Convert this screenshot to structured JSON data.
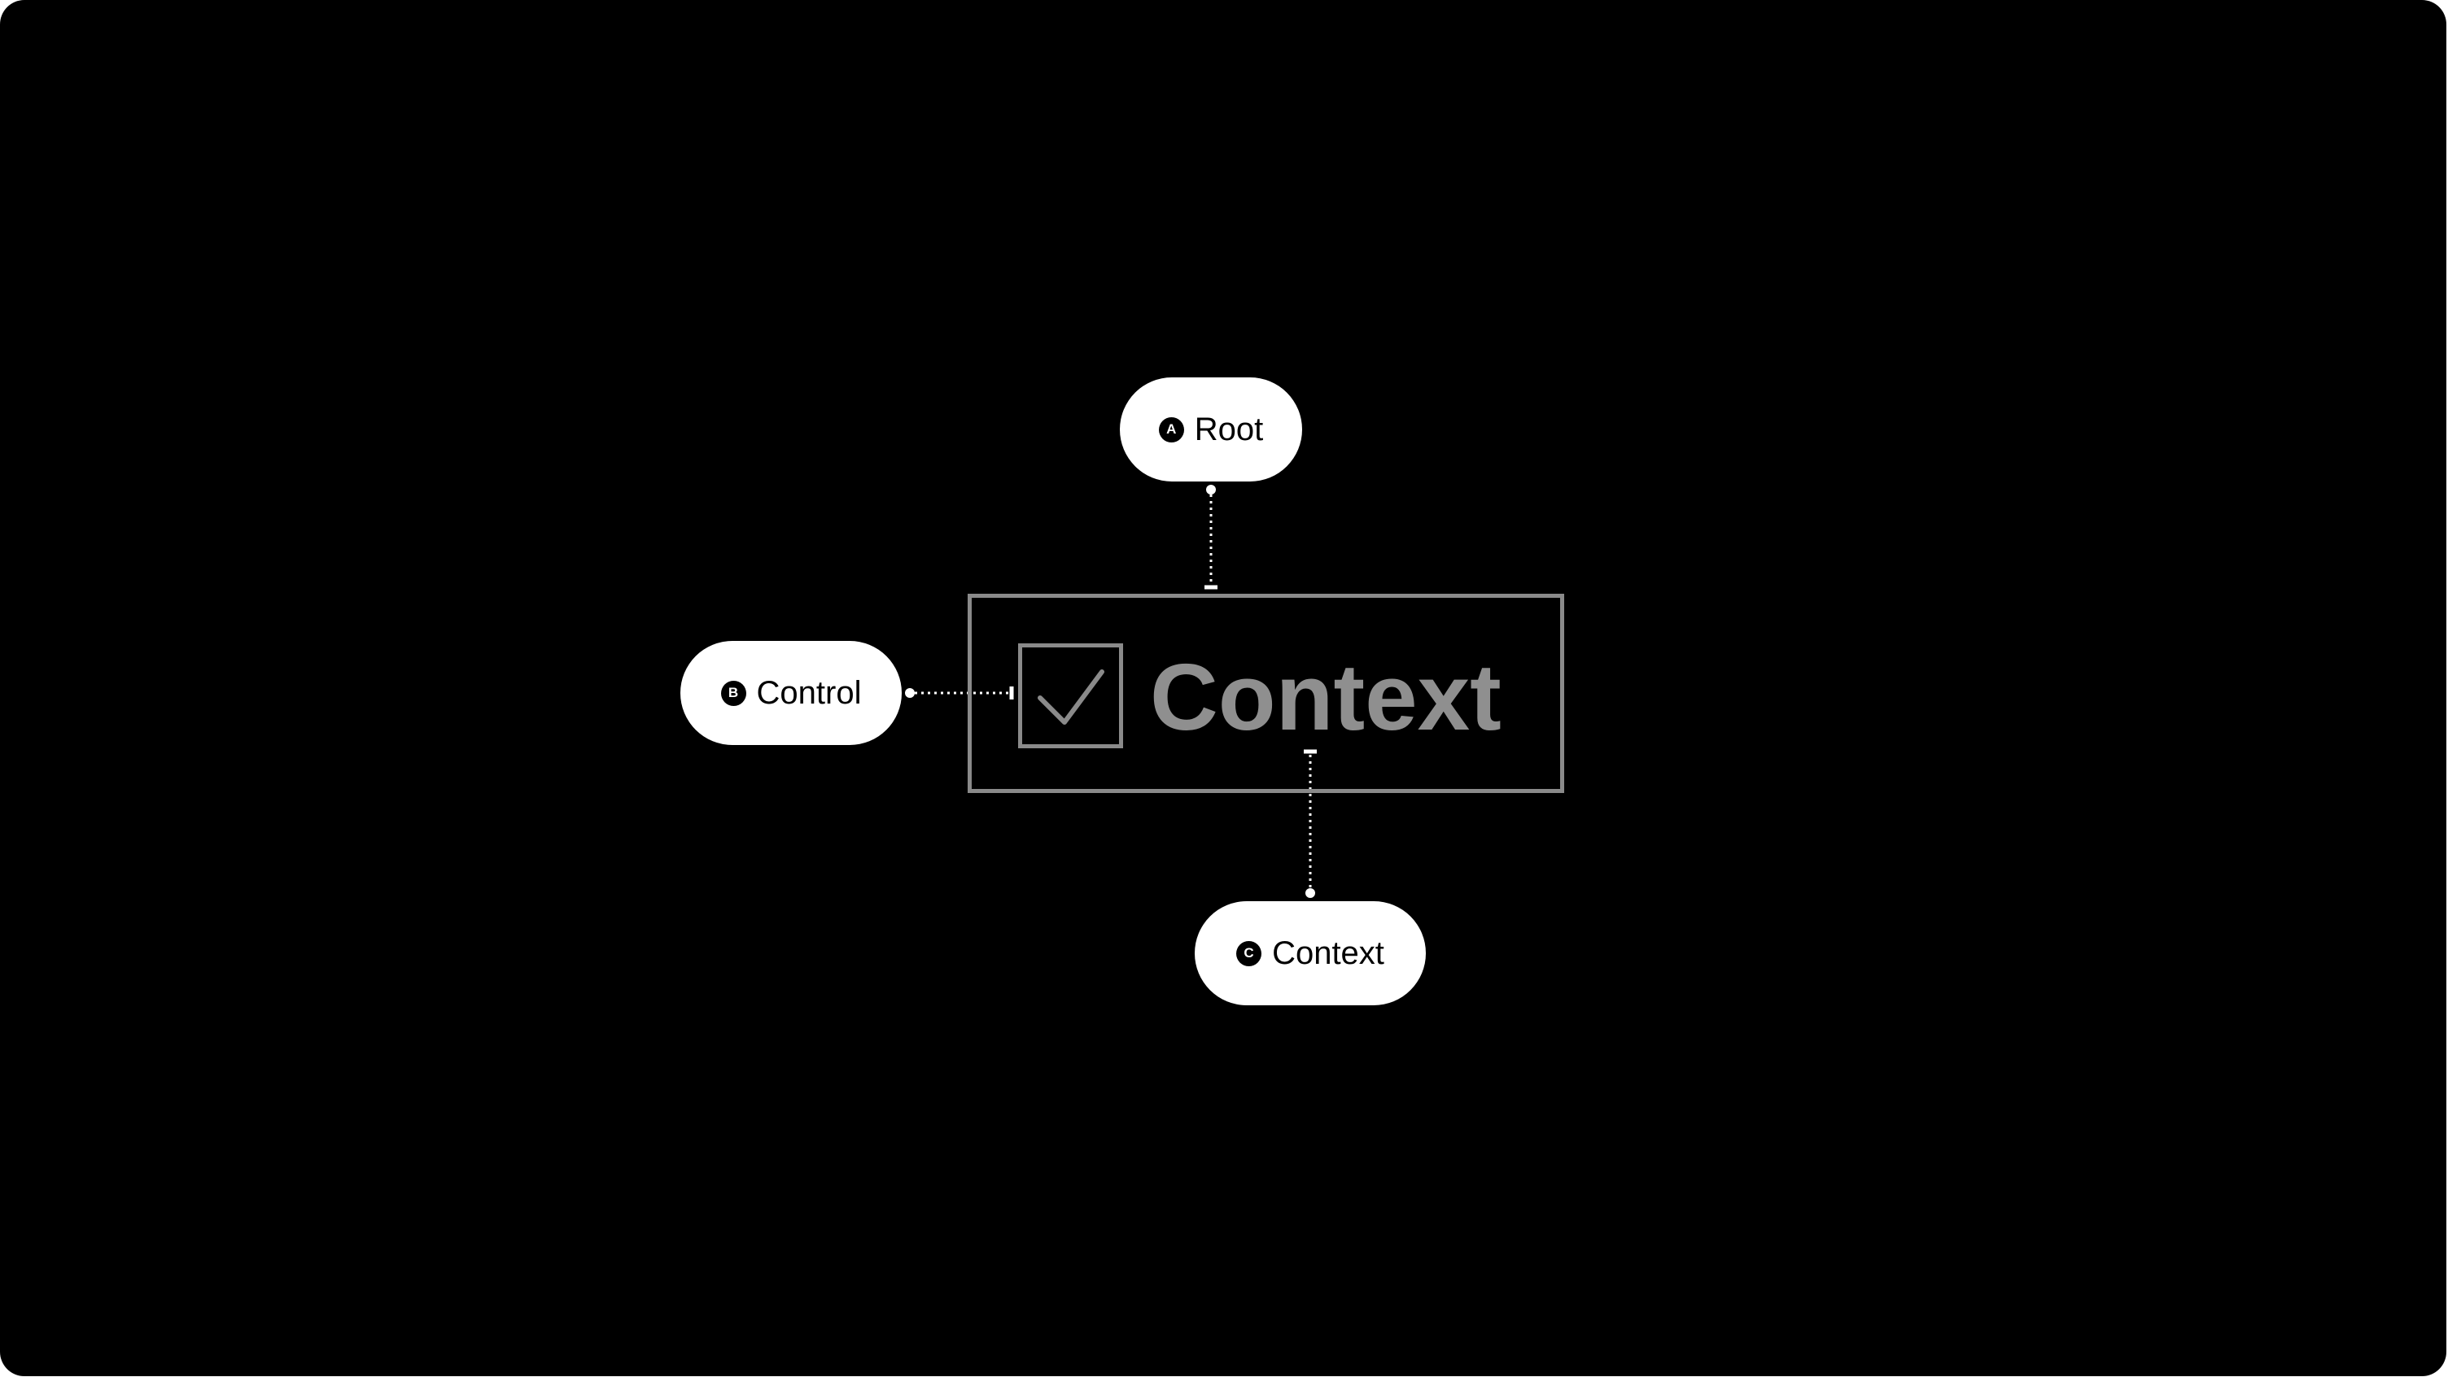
{
  "labels": {
    "root": {
      "badge": "A",
      "text": "Root"
    },
    "control": {
      "badge": "B",
      "text": "Control"
    },
    "context": {
      "badge": "C",
      "text": "Context"
    }
  },
  "component": {
    "text": "Context",
    "checked": true
  },
  "icons": {
    "checkbox": "checkmark-icon"
  },
  "colors": {
    "background": "#000000",
    "pill": "#ffffff",
    "component_stroke": "#8a8a8a",
    "component_text": "#8f8f8f",
    "connector": "#ffffff"
  }
}
